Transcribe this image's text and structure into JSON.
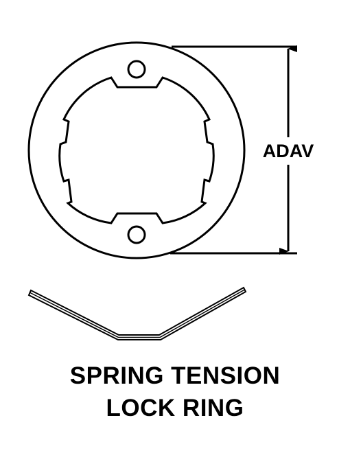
{
  "dimension": {
    "label": "ADAV"
  },
  "caption": {
    "line1": "SPRING TENSION",
    "line2": "LOCK RING"
  },
  "colors": {
    "ink": "#000000",
    "background": "#ffffff"
  }
}
